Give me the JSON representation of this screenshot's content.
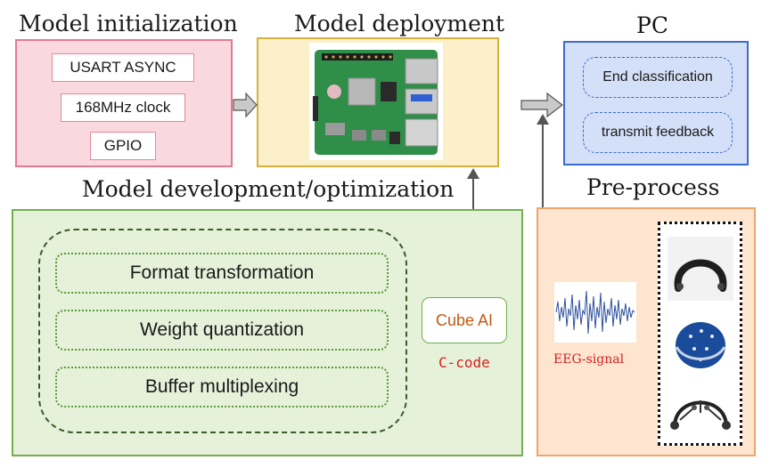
{
  "headings": {
    "init": "Model initialization",
    "deploy": "Model deployment",
    "pc": "PC",
    "dev": "Model development/optimization",
    "pre": "Pre-process"
  },
  "init_items": [
    "USART ASYNC",
    "168MHz clock",
    "GPIO"
  ],
  "pc_items": [
    "End classification",
    "transmit feedback"
  ],
  "opt_items": [
    "Format transformation",
    "Weight quantization",
    "Buffer multiplexing"
  ],
  "cube": {
    "label": "Cube AI",
    "code": "C-code"
  },
  "eeg": {
    "label": "EEG-signal"
  },
  "images": {
    "deploy": "raspberry-pi-board",
    "headsets": [
      "eeg-headband",
      "eeg-cap",
      "eeg-wireless-headset"
    ]
  },
  "colors": {
    "init_fill": "#f9d9df",
    "init_border": "#e27a94",
    "deploy_fill": "#fbf0c9",
    "deploy_border": "#d4b23d",
    "pc_fill": "#d4e0f7",
    "pc_border": "#3d6ad0",
    "dev_fill": "#e6f1da",
    "dev_border": "#76ae4f",
    "pre_fill": "#fde5d0",
    "pre_border": "#f0a56d",
    "cube_text": "#c15a13",
    "code_text": "#d81f1f"
  }
}
